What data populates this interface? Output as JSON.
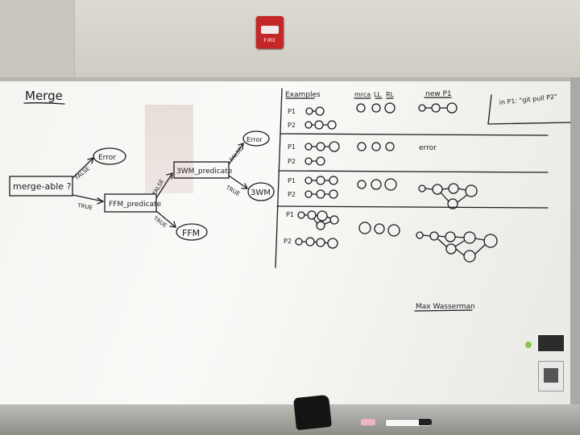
{
  "scene": {
    "fire_alarm_label": "FIRE"
  },
  "flowchart": {
    "title": "Merge",
    "start": "merge-able ?",
    "ffm": "FFM_predicate",
    "twm": "3WM_predicate",
    "false_label": "FALSE",
    "true_label": "TRUE",
    "error1": "Error",
    "error2": "Error",
    "ffm_result": "FFM",
    "twm_result": "3WM"
  },
  "table": {
    "header_examples": "Examples",
    "header_mrca": "mrca",
    "header_ll": "LL",
    "header_rl": "RL",
    "header_newp1": "new P1",
    "p1": "P1",
    "p2": "P2",
    "error_text": "error"
  },
  "command_box": {
    "text": "in P1: \"git pull P2\""
  },
  "signature": "Max Wasserman"
}
